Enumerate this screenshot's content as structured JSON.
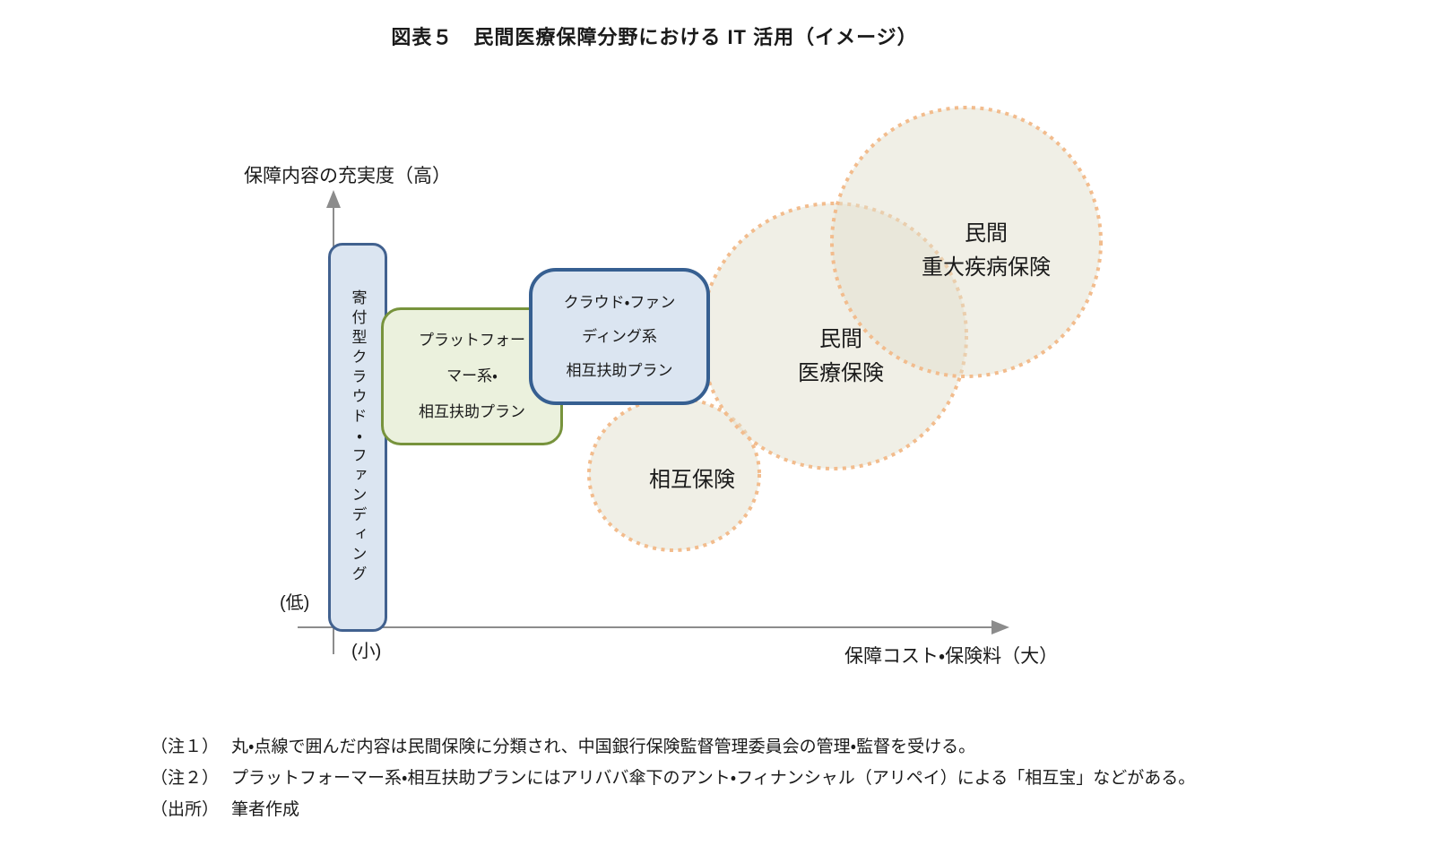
{
  "title": "図表５　民間医療保障分野における IT 活用（イメージ）",
  "axes": {
    "y_label": "保障内容の充実度（高）",
    "y_low": "(低)",
    "x_low": "(小)",
    "x_label": "保障コスト・保険料（大）"
  },
  "boxes": {
    "donation": {
      "label": "寄付型クラウド・ファンディング"
    },
    "platform": {
      "lines": [
        "プラットフォー",
        "マー系・",
        "相互扶助プラン"
      ]
    },
    "crowdfunding": {
      "lines": [
        "クラウド・ファン",
        "ディング系",
        "相互扶助プラン"
      ]
    }
  },
  "circles": {
    "mutual": {
      "label": "相互保険"
    },
    "medical": {
      "lines": [
        "民間",
        "医療保険"
      ]
    },
    "critical": {
      "lines": [
        "民間",
        "重大疾病保険"
      ]
    }
  },
  "notes": [
    {
      "label": "（注１）",
      "text": "丸・点線で囲んだ内容は民間保険に分類され、中国銀行保険監督管理委員会の管理・監督を受ける。"
    },
    {
      "label": "（注２）",
      "text": "プラットフォーマー系・相互扶助プランにはアリババ傘下のアント・フィナンシャル（アリペイ）による「相互宝」などがある。"
    },
    {
      "label": "（出所）",
      "text": "筆者作成"
    }
  ],
  "colors": {
    "axis": "#8c8c8c",
    "box-blue-fill": "#dbe5f1",
    "box-blue-border": "#41618f",
    "box-blue2-border": "#365f91",
    "box-green-fill": "#ebf1dd",
    "box-green-border": "#77933c",
    "circle-fill": "#e1dfcd",
    "circle-stroke": "#f2bc8d",
    "text": "#1a1a1a"
  }
}
